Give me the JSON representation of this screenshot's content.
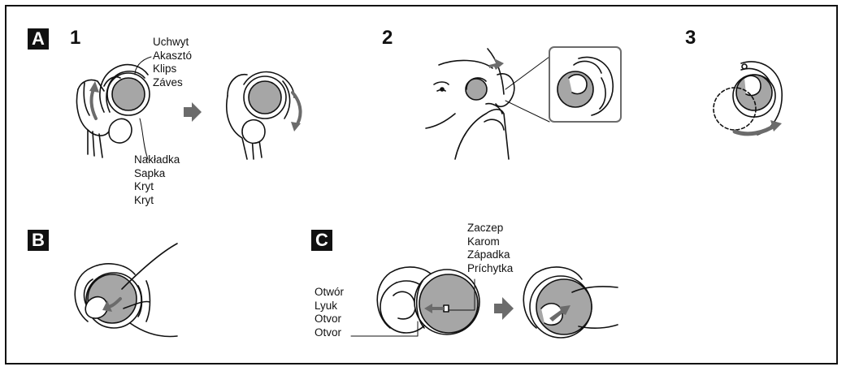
{
  "panels": {
    "A": {
      "badge": "A",
      "steps": [
        "1",
        "2",
        "3"
      ]
    },
    "B": {
      "badge": "B"
    },
    "C": {
      "badge": "C"
    }
  },
  "labels": {
    "hook": [
      "Uchwyt",
      "Akasztó",
      "Klips",
      "Záves"
    ],
    "cap": [
      "Nakładka",
      "Sapka",
      "Kryt",
      "Kryt"
    ],
    "latch": [
      "Zaczep",
      "Karom",
      "Západka",
      "Príchytka"
    ],
    "hole": [
      "Otwór",
      "Lyuk",
      "Otvor",
      "Otvor"
    ]
  },
  "colors": {
    "gray": "#a6a6a6",
    "ink": "#111111",
    "arrow": "#6b6b6b"
  },
  "icons": [
    "right-arrow-icon",
    "rotate-arrow-icon",
    "slide-arrow-icon"
  ]
}
